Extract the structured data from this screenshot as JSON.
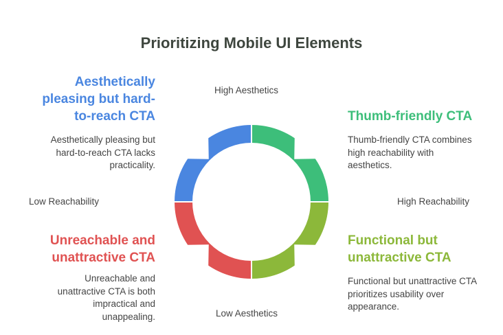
{
  "title": "Prioritizing Mobile UI Elements",
  "axes": {
    "top": "High Aesthetics",
    "bottom": "Low Aesthetics",
    "left": "Low Reachability",
    "right": "High Reachability"
  },
  "quadrants": {
    "top_left": {
      "title": "Aesthetically pleasing but hard-to-reach CTA",
      "description": "Aesthetically pleasing but hard-to-reach CTA lacks practicality.",
      "color": "#4a86e0"
    },
    "top_right": {
      "title": "Thumb-friendly CTA",
      "description": "Thumb-friendly CTA combines high reachability with aesthetics.",
      "color": "#3dbe7a"
    },
    "bottom_left": {
      "title": "Unreachable and unattractive CTA",
      "description": "Unreachable and unattractive CTA is both impractical and unappealing.",
      "color": "#e05252"
    },
    "bottom_right": {
      "title": "Functional but unattractive CTA",
      "description": "Functional but unattractive CTA prioritizes usability over appearance.",
      "color": "#8cb83a"
    }
  }
}
